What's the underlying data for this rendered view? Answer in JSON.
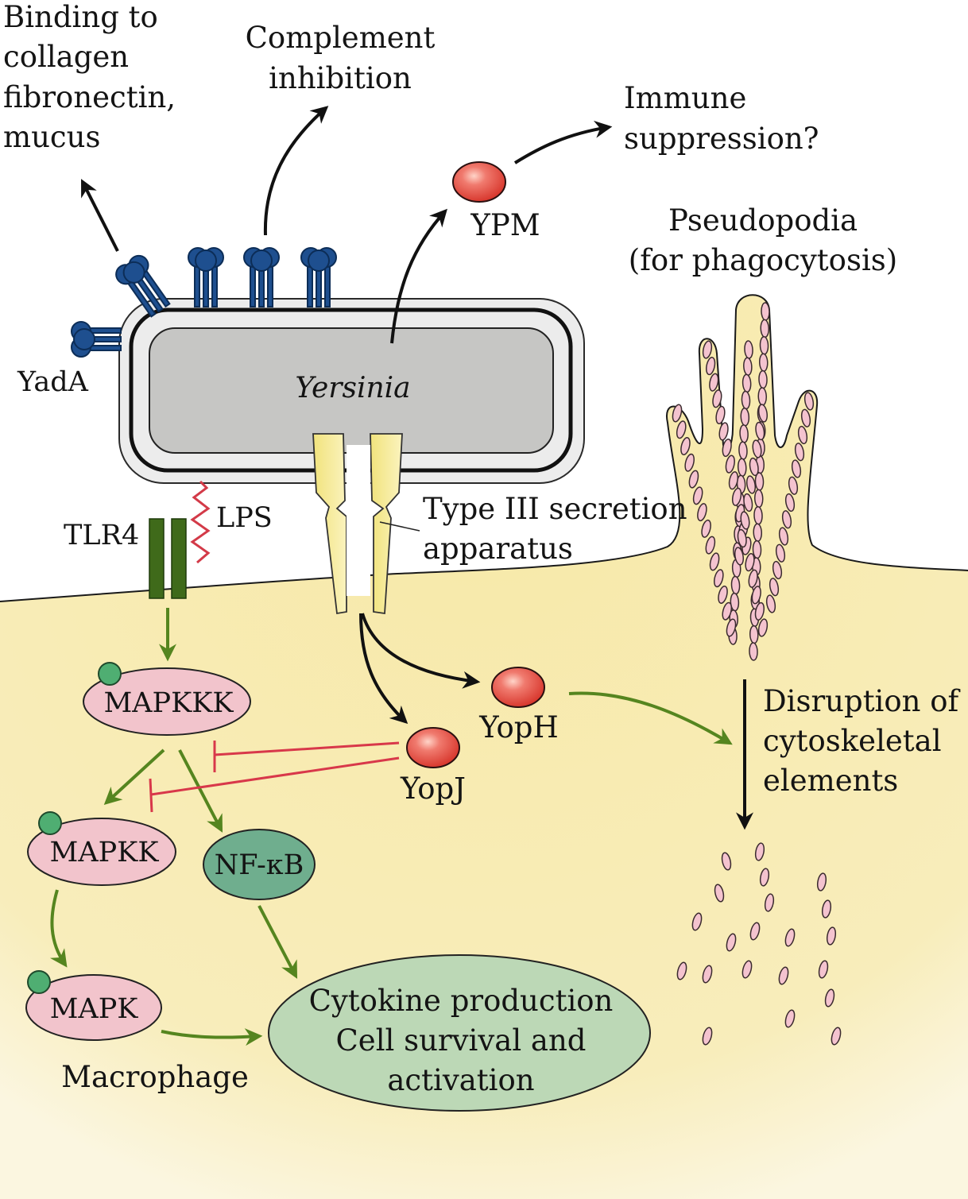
{
  "labels": {
    "binding": [
      "Binding to",
      "collagen",
      "fibronectin,",
      "mucus"
    ],
    "complement": [
      "Complement",
      "inhibition"
    ],
    "immune": [
      "Immune",
      "suppression?"
    ],
    "ypm": "YPM",
    "pseudopodia": [
      "Pseudopodia",
      "(for phagocytosis)"
    ],
    "yada": "YadA",
    "yersinia": "Yersinia",
    "lps": "LPS",
    "tlr4": "TLR4",
    "t3ss": [
      "Type III secretion",
      "apparatus"
    ],
    "mapkkk": "MAPKKK",
    "mapkk": "MAPKK",
    "mapk": "MAPK",
    "nfkb": "NF-κB",
    "yoph": "YopH",
    "yopj": "YopJ",
    "disruption": [
      "Disruption of",
      "cytoskeletal",
      "elements"
    ],
    "outcome": [
      "Cytokine production",
      "Cell survival and",
      "activation"
    ],
    "macrophage": "Macrophage"
  },
  "colors": {
    "cytoplasm": "#f7e9a8",
    "bacterium_body": "#c6c6c4",
    "adhesin_blue": "#1e4f8f",
    "tlr4_green": "#3f6a1a",
    "kinase_pink": "#f2c4cc",
    "phospho_green": "#4fae72",
    "nfkb_teal": "#6fae8e",
    "outcome_green": "#bcd8b6",
    "yop_red": "#e85850",
    "activation_arrow": "#55851f",
    "inhibition_red": "#d8384a",
    "needle_yellow": "#f6ec9e"
  }
}
